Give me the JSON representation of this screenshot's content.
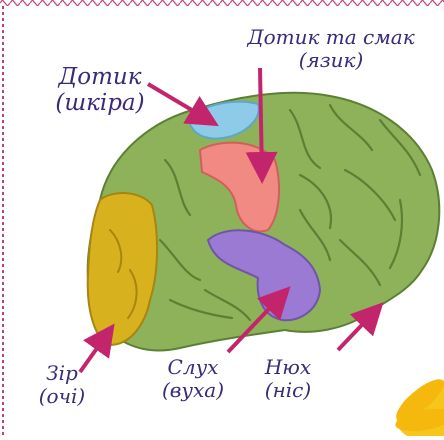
{
  "labels": {
    "touch_skin": {
      "line1": "Дотик",
      "line2": "(шкіра)"
    },
    "touch_taste": {
      "line1": "Дотик та смак",
      "line2": "(язик)"
    },
    "vision": {
      "line1": "Зір",
      "line2": "(очі)"
    },
    "hearing": {
      "line1": "Слух",
      "line2": "(вуха)"
    },
    "smell": {
      "line1": "Нюх",
      "line2": "(ніс)"
    }
  },
  "colors": {
    "text": "#3b2a7a",
    "arrow": "#c2256b",
    "brain_green": "#8db25a",
    "brain_dark": "#5d7f34",
    "occipital_yellow": "#d8b21e",
    "temporal_purple": "#9a7ad2",
    "taste_pink": "#f08a83",
    "touch_blue": "#8ecbe8",
    "border": "#c0427a",
    "flower": "#f7c61c"
  }
}
